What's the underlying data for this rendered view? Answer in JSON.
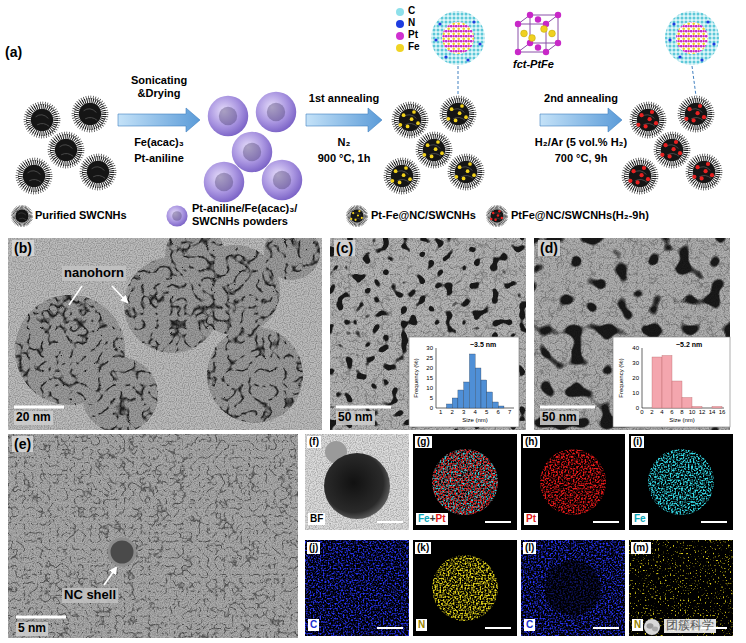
{
  "diagram": {
    "labels": [
      "(a)",
      "Sonicating &Drying",
      "Fe(acac)₃",
      "Pt-aniline",
      "1st annealing",
      "N₂",
      "900 °C, 1h",
      "2nd annealing",
      "H₂/Ar (5 vol.% H₂)",
      "700 °C, 9h",
      "fct-PtFe",
      "(b)",
      "nanohorn",
      "20 nm",
      "(c)",
      "50 nm",
      "~3.5 nm",
      "Frequency (%)",
      "Size (nm)",
      "0",
      "5",
      "10",
      "15",
      "20",
      "25",
      "30",
      "1",
      "2",
      "3",
      "4",
      "5",
      "6",
      "7",
      "(d)",
      "50 nm",
      "~5.2 nm",
      "Frequency (%)",
      "Size (nm)",
      "0",
      "10",
      "20",
      "30",
      "40",
      "0",
      "2",
      "4",
      "6",
      "8",
      "10",
      "12",
      "14",
      "16",
      "(e)",
      "NC shell",
      "5 nm",
      "(f)",
      "BF",
      "(g)",
      "Fe",
      "+",
      "Pt",
      "(h)",
      "Pt",
      "(i)",
      "Fe",
      "(j)",
      "C",
      "(k)",
      "N",
      "(l)",
      "C",
      "(m)",
      "N",
      "团簇科学"
    ],
    "legend": [
      {
        "text": "C",
        "color": "#8ee0ea"
      },
      {
        "text": "N",
        "color": "#1e3ce0"
      },
      {
        "text": "Pt",
        "color": "#d030d0"
      },
      {
        "text": "Fe",
        "color": "#f0d424"
      },
      {
        "text": "Purified SWCNHs"
      },
      {
        "text": "Pt-aniline/Fe(acac)₃/ SWCNHs powders"
      },
      {
        "text": "Pt-Fe@NC/SWCNHs"
      },
      {
        "text": "PtFe@NC/SWCNHs(H₂-9h)"
      }
    ]
  }
}
